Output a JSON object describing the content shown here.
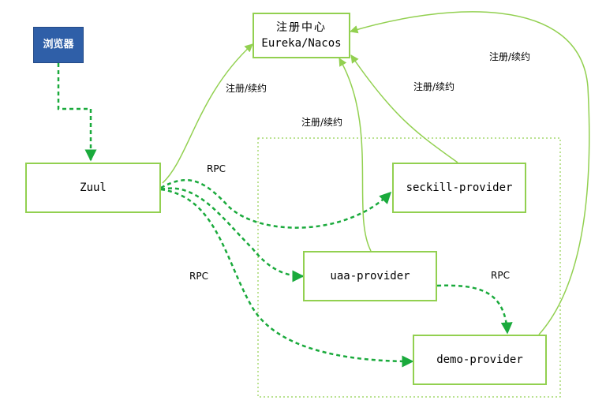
{
  "nodes": {
    "browser": "浏览器",
    "registry_line1": "注册中心",
    "registry_line2": "Eureka/Nacos",
    "zuul": "Zuul",
    "seckill": "seckill-provider",
    "uaa": "uaa-provider",
    "demo": "demo-provider"
  },
  "labels": {
    "reg_zuul": "注册/续约",
    "reg_group": "注册/续约",
    "reg_seckill": "注册/续约",
    "reg_demo": "注册/续约",
    "rpc_top": "RPC",
    "rpc_left": "RPC",
    "rpc_right": "RPC"
  },
  "colors": {
    "solid_edge": "#92d050",
    "dashed_edge": "#1aaa3c",
    "browser_fill": "#2f5fa8"
  }
}
